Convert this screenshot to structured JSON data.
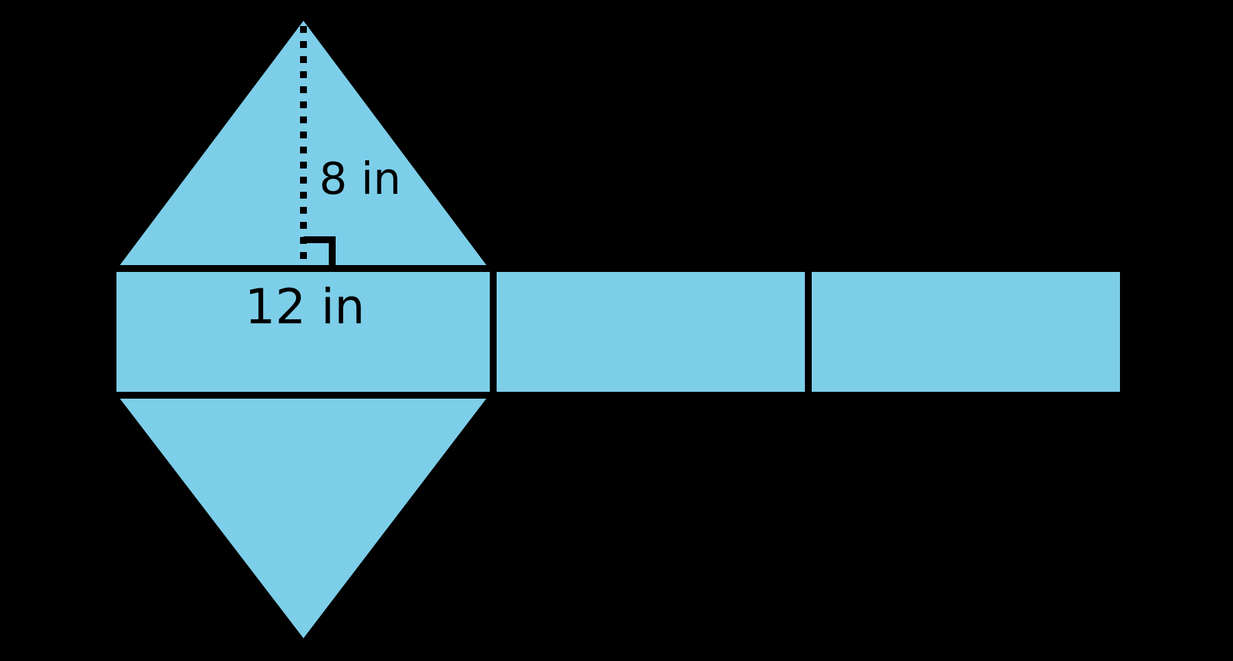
{
  "figure": {
    "labels": {
      "height": "8 in",
      "base": "12 in"
    },
    "measurements": {
      "triangle_height_value": 8,
      "rectangle_base_value": 12,
      "unit": "in"
    },
    "colors": {
      "background": "#000000",
      "shape_fill": "#7DCEE9",
      "outline": "#000000",
      "text": "#000000"
    }
  }
}
